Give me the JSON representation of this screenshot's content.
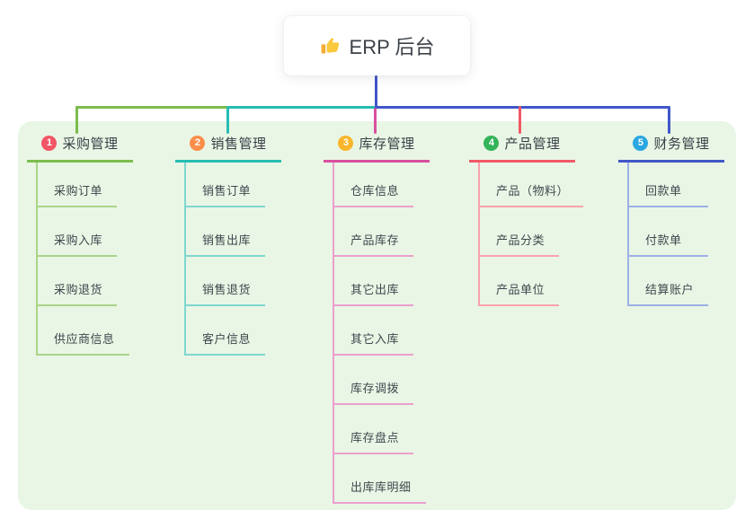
{
  "root": {
    "title": "ERP 后台",
    "icon": "thumbs-up-icon"
  },
  "colors": {
    "page_bg": "#ffffff",
    "panel_bg": "#e9f6e5",
    "card_bg": "#ffffff",
    "root_stem": "#4156c8",
    "header_text": "#3a4047",
    "child_text": "#40474e"
  },
  "branches": [
    {
      "badge": "1",
      "label": "采购管理",
      "badge_color": "#f25666",
      "line_color": "#7cbc4e",
      "lite_color": "#a9d489",
      "children": [
        "采购订单",
        "采购入库",
        "采购退货",
        "供应商信息"
      ]
    },
    {
      "badge": "2",
      "label": "销售管理",
      "badge_color": "#fb8e4a",
      "line_color": "#27bcb2",
      "lite_color": "#7fd7cf",
      "children": [
        "销售订单",
        "销售出库",
        "销售退货",
        "客户信息"
      ]
    },
    {
      "badge": "3",
      "label": "库存管理",
      "badge_color": "#f9b52c",
      "line_color": "#d8509e",
      "lite_color": "#eb9fce",
      "children": [
        "仓库信息",
        "产品库存",
        "其它出库",
        "其它入库",
        "库存调拨",
        "库存盘点",
        "出库库明细"
      ]
    },
    {
      "badge": "4",
      "label": "产品管理",
      "badge_color": "#35b45a",
      "line_color": "#f15866",
      "lite_color": "#f8a2ac",
      "children": [
        "产品（物料）",
        "产品分类",
        "产品单位"
      ]
    },
    {
      "badge": "5",
      "label": "财务管理",
      "badge_color": "#2aa7e1",
      "line_color": "#4156c8",
      "lite_color": "#9cb0e6",
      "children": [
        "回款单",
        "付款单",
        "结算账户"
      ]
    }
  ]
}
